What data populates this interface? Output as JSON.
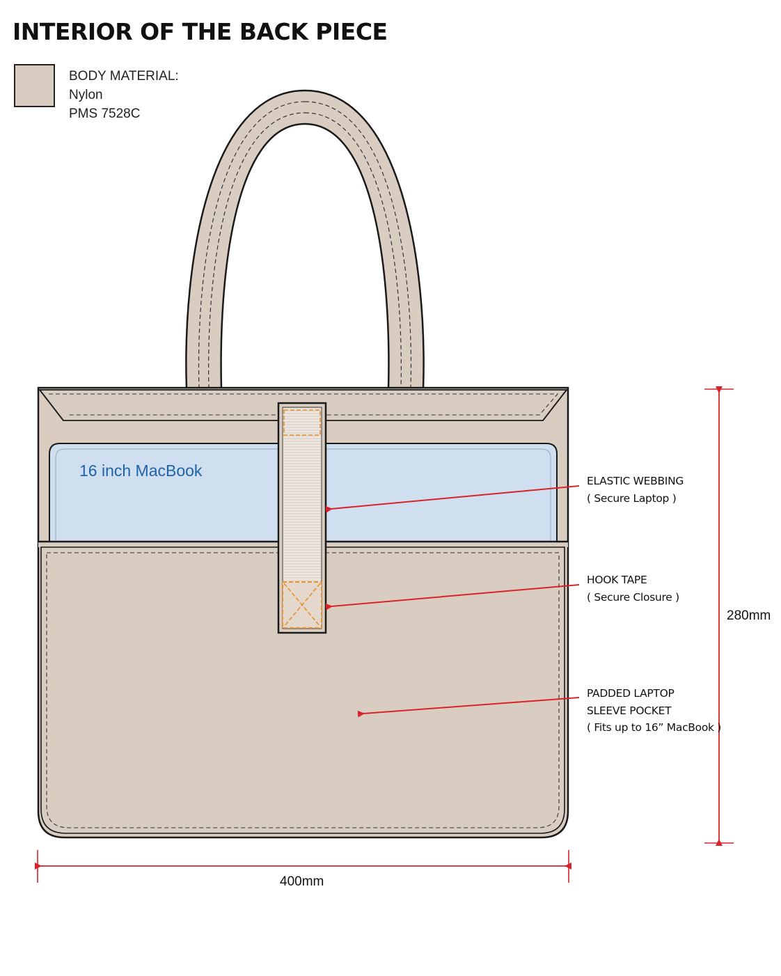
{
  "title": "INTERIOR OF THE BACK PIECE",
  "legend": {
    "swatch_color": "#d9cdc2",
    "lines": [
      "BODY MATERIAL:",
      "Nylon",
      "PMS 7528C"
    ]
  },
  "colors": {
    "body": "#d9cdc2",
    "laptop": "#cfdfef",
    "laptop_text": "#1f63a8",
    "arrow": "#d9232a",
    "hook_tape": "#e8902c",
    "outline": "#1a1a1a"
  },
  "laptop_label": "16 inch MacBook",
  "callouts": [
    {
      "id": "elastic-webbing",
      "lines": [
        "ELASTIC WEBBING",
        "( Secure Laptop )"
      ]
    },
    {
      "id": "hook-tape",
      "lines": [
        "HOOK TAPE",
        "( Secure Closure )"
      ]
    },
    {
      "id": "padded-pocket",
      "lines": [
        "PADDED LAPTOP",
        "SLEEVE POCKET",
        "( Fits up to 16” MacBook )"
      ]
    }
  ],
  "dimensions": {
    "width": "400mm",
    "height": "280mm"
  }
}
